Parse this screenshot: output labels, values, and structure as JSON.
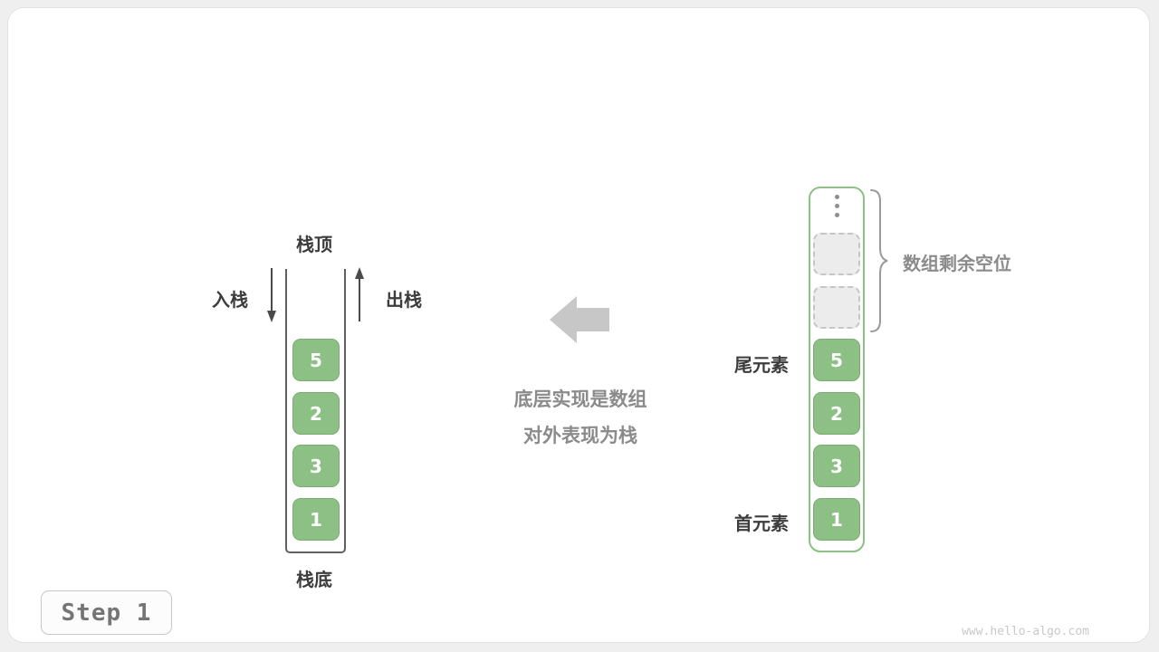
{
  "page": {
    "step_label": "Step 1",
    "watermark": "www.hello-algo.com"
  },
  "stack": {
    "top_label": "栈顶",
    "bottom_label": "栈底",
    "push_label": "入栈",
    "pop_label": "出栈",
    "values": [
      "5",
      "2",
      "3",
      "1"
    ]
  },
  "center": {
    "line1": "底层实现是数组",
    "line2": "对外表现为栈"
  },
  "array": {
    "tail_label": "尾元素",
    "head_label": "首元素",
    "empty_label": "数组剩余空位",
    "empty_slots": 2,
    "values": [
      "5",
      "2",
      "3",
      "1"
    ]
  },
  "colors": {
    "cell_green": "#8cc084",
    "container_line": "#606060",
    "block_arrow_gray": "#c7c7c7",
    "text_dark": "#3c3c3c",
    "text_gray": "#8b8b8b"
  }
}
